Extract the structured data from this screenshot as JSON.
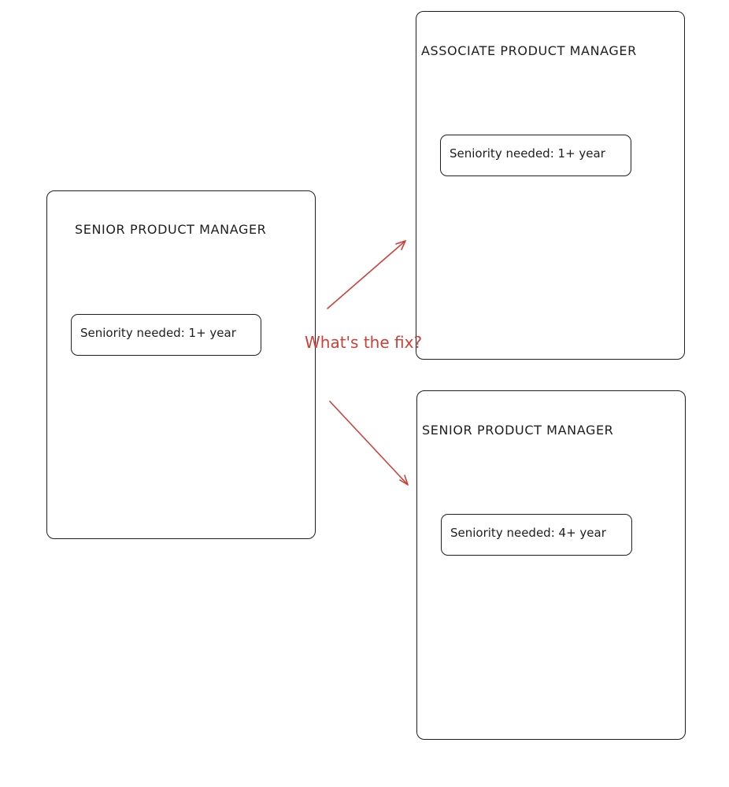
{
  "left_card": {
    "title": "SENIOR PRODUCT MANAGER",
    "seniority": "Seniority needed: 1+ year"
  },
  "top_right_card": {
    "title": "ASSOCIATE PRODUCT MANAGER",
    "seniority": "Seniority needed: 1+ year"
  },
  "bottom_right_card": {
    "title": "SENIOR PRODUCT MANAGER",
    "seniority": "Seniority needed: 4+ year"
  },
  "annotation": {
    "question": "What's the fix?",
    "color": "#cf3f37"
  }
}
